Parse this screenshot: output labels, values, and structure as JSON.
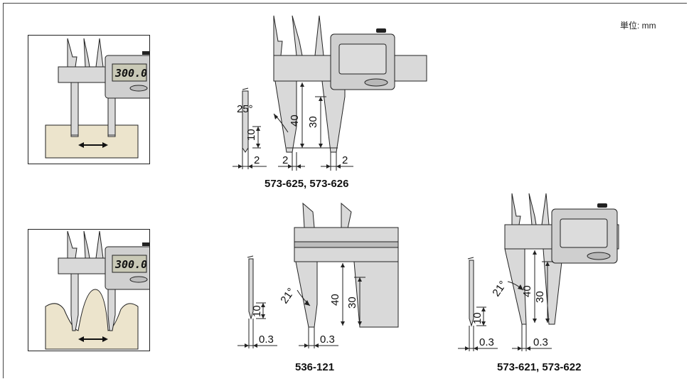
{
  "unit_label": "単位: mm",
  "display_reading": "300.0",
  "colors": {
    "body": "#d9d9d9",
    "body_dark": "#b8b8b8",
    "outline": "#222222",
    "workpiece": "#ece4cc",
    "lcd": "#c9c9b6"
  },
  "models": [
    {
      "caption": "573-625, 573-626",
      "angle": "25°",
      "dims": [
        "10",
        "40",
        "30",
        "2",
        "2",
        "2"
      ]
    },
    {
      "caption": "536-121",
      "angle": "21°",
      "dims": [
        "10",
        "40",
        "30",
        "0.3",
        "0.3"
      ]
    },
    {
      "caption": "573-621, 573-622",
      "angle": "21°",
      "dims": [
        "10",
        "40",
        "30",
        "0.3",
        "0.3"
      ]
    }
  ]
}
